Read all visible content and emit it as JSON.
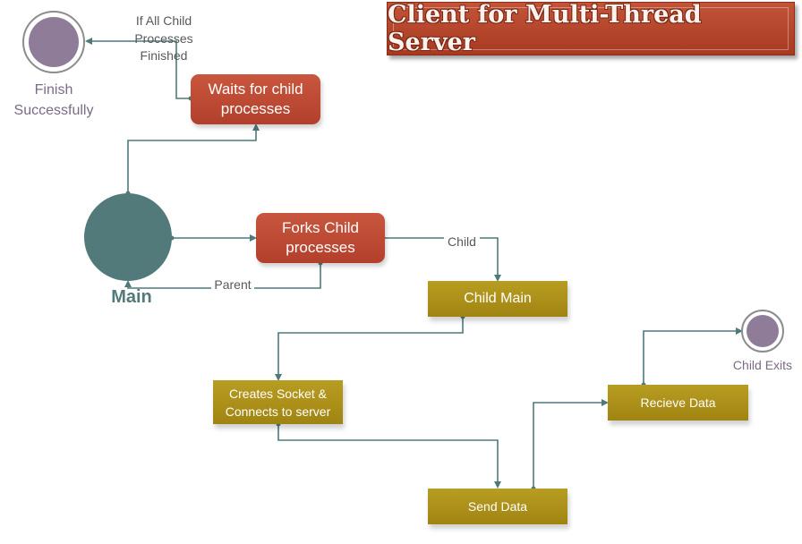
{
  "title": "Client for Multi-Thread Server",
  "nodes": {
    "finish_label": "Finish\nSuccessfully",
    "waits": "Waits for child\nprocesses",
    "forks": "Forks Child\nprocesses",
    "main": "Main",
    "child_main": "Child Main",
    "creates_socket": "Creates Socket &\nConnects to server",
    "send_data": "Send Data",
    "receive_data": "Recieve Data",
    "child_exits": "Child Exits"
  },
  "edges": {
    "all_finished": "If All Child\nProcesses\nFinished",
    "child": "Child",
    "parent": "Parent"
  },
  "colors": {
    "wire": "#4f7a7a",
    "main_circle": "#527a7a",
    "red_box": "#b9462f",
    "gold_box": "#a88b16",
    "terminal_fill": "#8f7c98",
    "label_purple": "#7c6a86"
  }
}
